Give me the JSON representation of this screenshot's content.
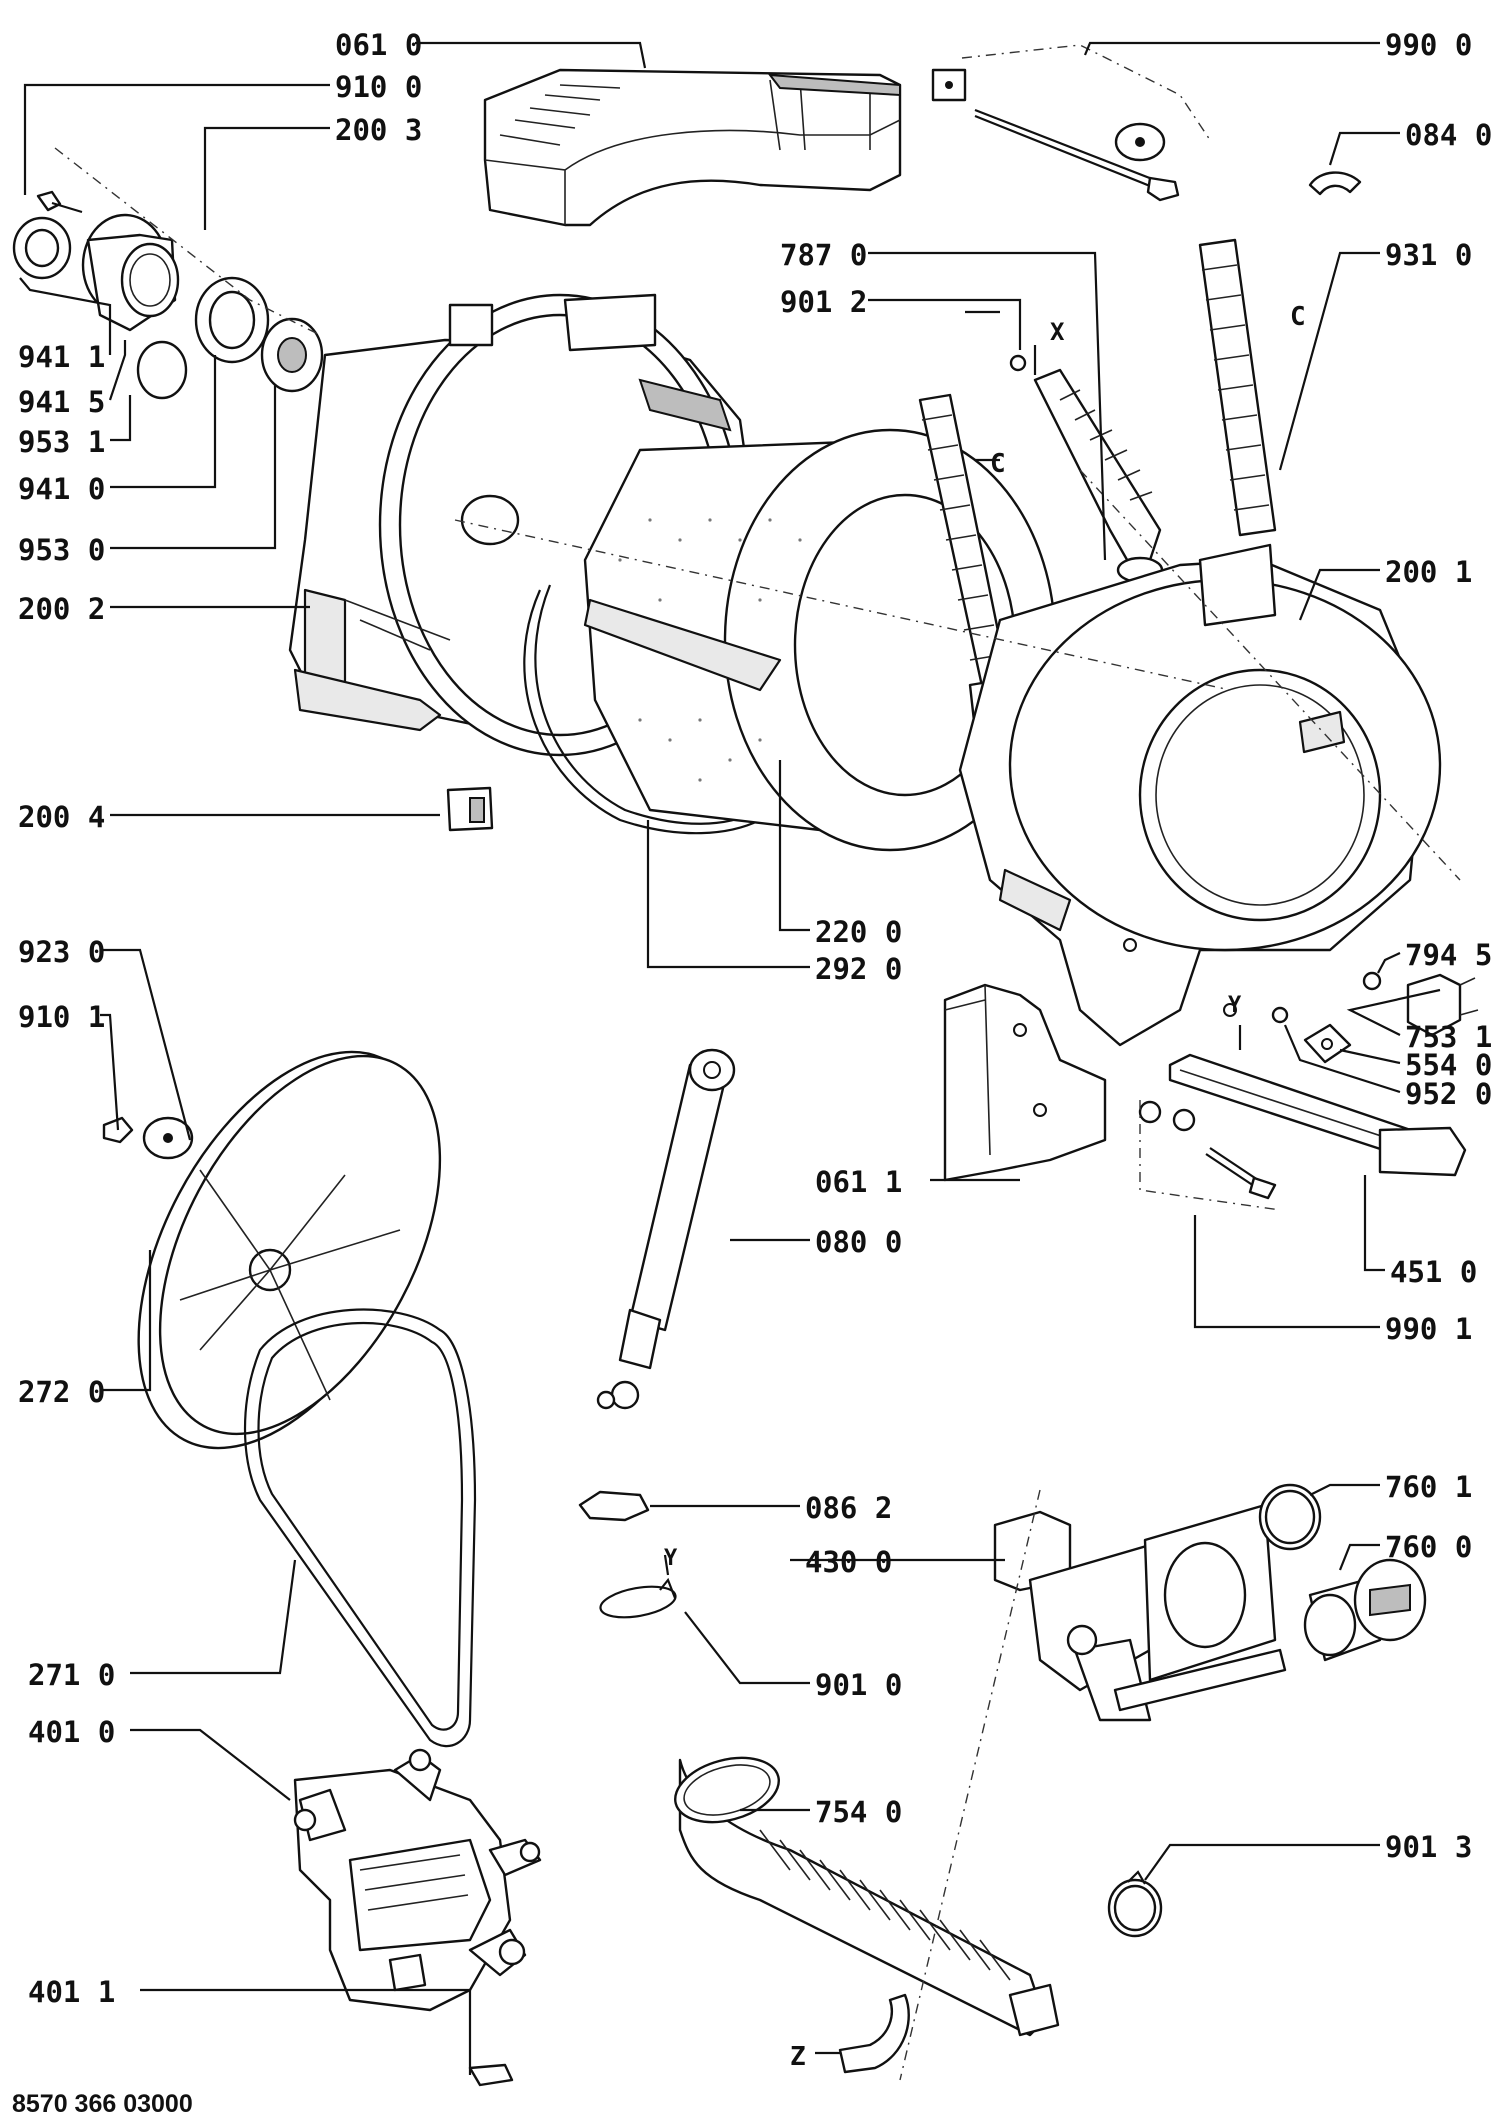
{
  "labels": [
    {
      "id": "l0610",
      "text": "061 0"
    },
    {
      "id": "l9100",
      "text": "910 0"
    },
    {
      "id": "l2003",
      "text": "200 3"
    },
    {
      "id": "l9411",
      "text": "941 1"
    },
    {
      "id": "l9415",
      "text": "941 5"
    },
    {
      "id": "l9531",
      "text": "953 1"
    },
    {
      "id": "l9410",
      "text": "941 0"
    },
    {
      "id": "l9530",
      "text": "953 0"
    },
    {
      "id": "l2002",
      "text": "200 2"
    },
    {
      "id": "l2004",
      "text": "200 4"
    },
    {
      "id": "l9230",
      "text": "923 0"
    },
    {
      "id": "l9101",
      "text": "910 1"
    },
    {
      "id": "l2720",
      "text": "272 0"
    },
    {
      "id": "l2710",
      "text": "271 0"
    },
    {
      "id": "l4010",
      "text": "401 0"
    },
    {
      "id": "l4011",
      "text": "401 1"
    },
    {
      "id": "l9900",
      "text": "990 0"
    },
    {
      "id": "l0840",
      "text": "084 0"
    },
    {
      "id": "l7870",
      "text": "787 0"
    },
    {
      "id": "l9012",
      "text": "901 2"
    },
    {
      "id": "l9310",
      "text": "931 0"
    },
    {
      "id": "l2001",
      "text": "200 1"
    },
    {
      "id": "l2200",
      "text": "220 0"
    },
    {
      "id": "l2920",
      "text": "292 0"
    },
    {
      "id": "l7945",
      "text": "794 5"
    },
    {
      "id": "l7531",
      "text": "753 1"
    },
    {
      "id": "l5540",
      "text": "554 0"
    },
    {
      "id": "l9520",
      "text": "952 0"
    },
    {
      "id": "l0611",
      "text": "061 1"
    },
    {
      "id": "l0800",
      "text": "080 0"
    },
    {
      "id": "l4510",
      "text": "451 0"
    },
    {
      "id": "l9901",
      "text": "990 1"
    },
    {
      "id": "l0862",
      "text": "086 2"
    },
    {
      "id": "l4300",
      "text": "430 0"
    },
    {
      "id": "l9010",
      "text": "901 0"
    },
    {
      "id": "l7601",
      "text": "760 1"
    },
    {
      "id": "l7600",
      "text": "760 0"
    },
    {
      "id": "l7540",
      "text": "754 0"
    },
    {
      "id": "l9013",
      "text": "901 3"
    }
  ],
  "markers": [
    {
      "id": "mX",
      "text": "X"
    },
    {
      "id": "mC1",
      "text": "C"
    },
    {
      "id": "mC2",
      "text": "C"
    },
    {
      "id": "mY1",
      "text": "Y"
    },
    {
      "id": "mY2",
      "text": "Y"
    },
    {
      "id": "mZ",
      "text": "Z"
    }
  ],
  "doc_code": "8570 366 03000"
}
